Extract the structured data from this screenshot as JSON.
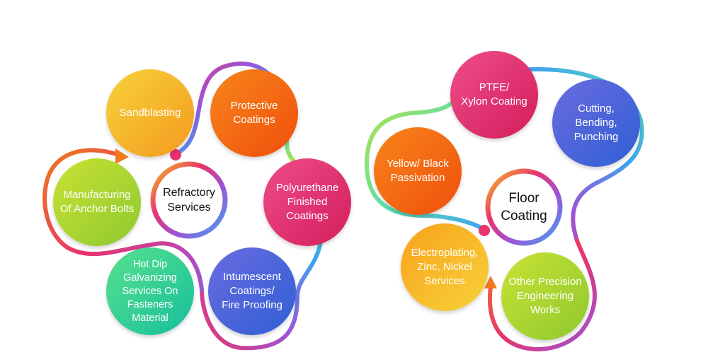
{
  "left_cluster": {
    "center_label": "Refractory\nServices",
    "items": [
      "Sandblasting",
      "Protective\nCoatings",
      "Polyurethane\nFinished\nCoatings",
      "Intumescent\nCoatings/\nFire Proofing",
      "Hot Dip\nGalvanizing\nServices On\nFasteners\nMaterial",
      "Manufacturing\nOf Anchor Bolts"
    ]
  },
  "right_cluster": {
    "center_label": "Floor\nCoating",
    "items": [
      "PTFE/\nXylon Coating",
      "Cutting,\nBending,\nPunching",
      "Yellow/ Black\nPassivation",
      "Electroplating,\nZinc, Nickel\nServices",
      "Other Precision\nEngineering\nWorks"
    ]
  },
  "colors": {
    "yellow_orange": [
      "#f7d23a",
      "#f39a1e"
    ],
    "orange_red": [
      "#f8851b",
      "#ef4f0c"
    ],
    "magenta": [
      "#ee4d8a",
      "#d41d5c"
    ],
    "blue": [
      "#6b6be0",
      "#2f5fd4"
    ],
    "green_teal": [
      "#58e08e",
      "#16bf9c"
    ],
    "lime_green": [
      "#c8e234",
      "#8fc92f"
    ],
    "ring_gradient": [
      "#f07b1a",
      "#e8336e",
      "#9b55d8",
      "#3fa3f0",
      "#5de0b0",
      "#b9e23a"
    ]
  }
}
